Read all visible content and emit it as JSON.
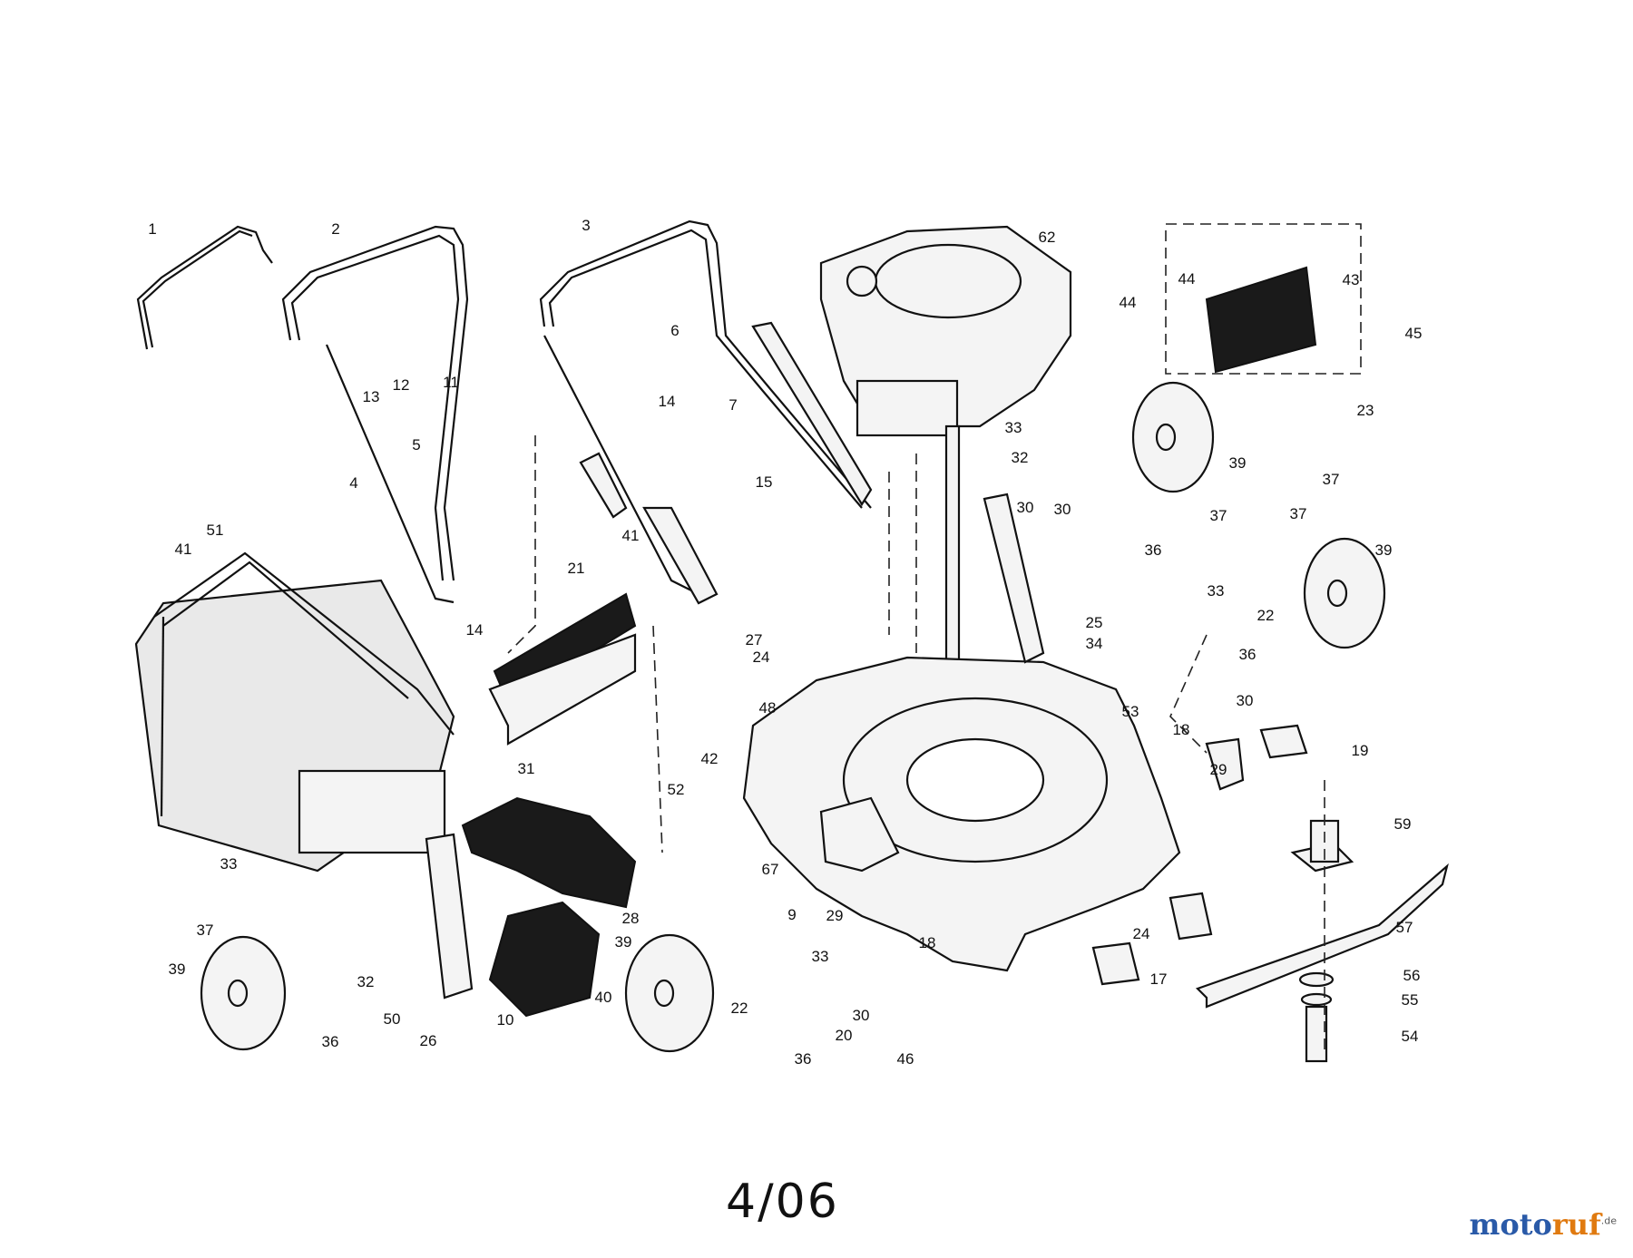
{
  "date_code": "4/06",
  "logo": {
    "part1": "moto",
    "part2": "ruf",
    "tld": ".de"
  },
  "parts": [
    {
      "n": "1"
    },
    {
      "n": "2"
    },
    {
      "n": "3"
    },
    {
      "n": "4"
    },
    {
      "n": "5"
    },
    {
      "n": "6"
    },
    {
      "n": "7"
    },
    {
      "n": "9"
    },
    {
      "n": "10"
    },
    {
      "n": "11"
    },
    {
      "n": "12"
    },
    {
      "n": "13"
    },
    {
      "n": "14"
    },
    {
      "n": "14"
    },
    {
      "n": "15"
    },
    {
      "n": "17"
    },
    {
      "n": "18"
    },
    {
      "n": "18"
    },
    {
      "n": "19"
    },
    {
      "n": "20"
    },
    {
      "n": "21"
    },
    {
      "n": "22"
    },
    {
      "n": "22"
    },
    {
      "n": "23"
    },
    {
      "n": "24"
    },
    {
      "n": "24"
    },
    {
      "n": "25"
    },
    {
      "n": "26"
    },
    {
      "n": "27"
    },
    {
      "n": "28"
    },
    {
      "n": "29"
    },
    {
      "n": "29"
    },
    {
      "n": "30"
    },
    {
      "n": "30"
    },
    {
      "n": "30"
    },
    {
      "n": "30"
    },
    {
      "n": "31"
    },
    {
      "n": "32"
    },
    {
      "n": "32"
    },
    {
      "n": "33"
    },
    {
      "n": "33"
    },
    {
      "n": "33"
    },
    {
      "n": "33"
    },
    {
      "n": "34"
    },
    {
      "n": "36"
    },
    {
      "n": "36"
    },
    {
      "n": "36"
    },
    {
      "n": "36"
    },
    {
      "n": "37"
    },
    {
      "n": "37"
    },
    {
      "n": "37"
    },
    {
      "n": "37"
    },
    {
      "n": "39"
    },
    {
      "n": "39"
    },
    {
      "n": "39"
    },
    {
      "n": "39"
    },
    {
      "n": "40"
    },
    {
      "n": "41"
    },
    {
      "n": "41"
    },
    {
      "n": "42"
    },
    {
      "n": "43"
    },
    {
      "n": "44"
    },
    {
      "n": "44"
    },
    {
      "n": "45"
    },
    {
      "n": "46"
    },
    {
      "n": "48"
    },
    {
      "n": "50"
    },
    {
      "n": "51"
    },
    {
      "n": "52"
    },
    {
      "n": "53"
    },
    {
      "n": "54"
    },
    {
      "n": "55"
    },
    {
      "n": "56"
    },
    {
      "n": "57"
    },
    {
      "n": "59"
    },
    {
      "n": "62"
    },
    {
      "n": "67"
    }
  ]
}
